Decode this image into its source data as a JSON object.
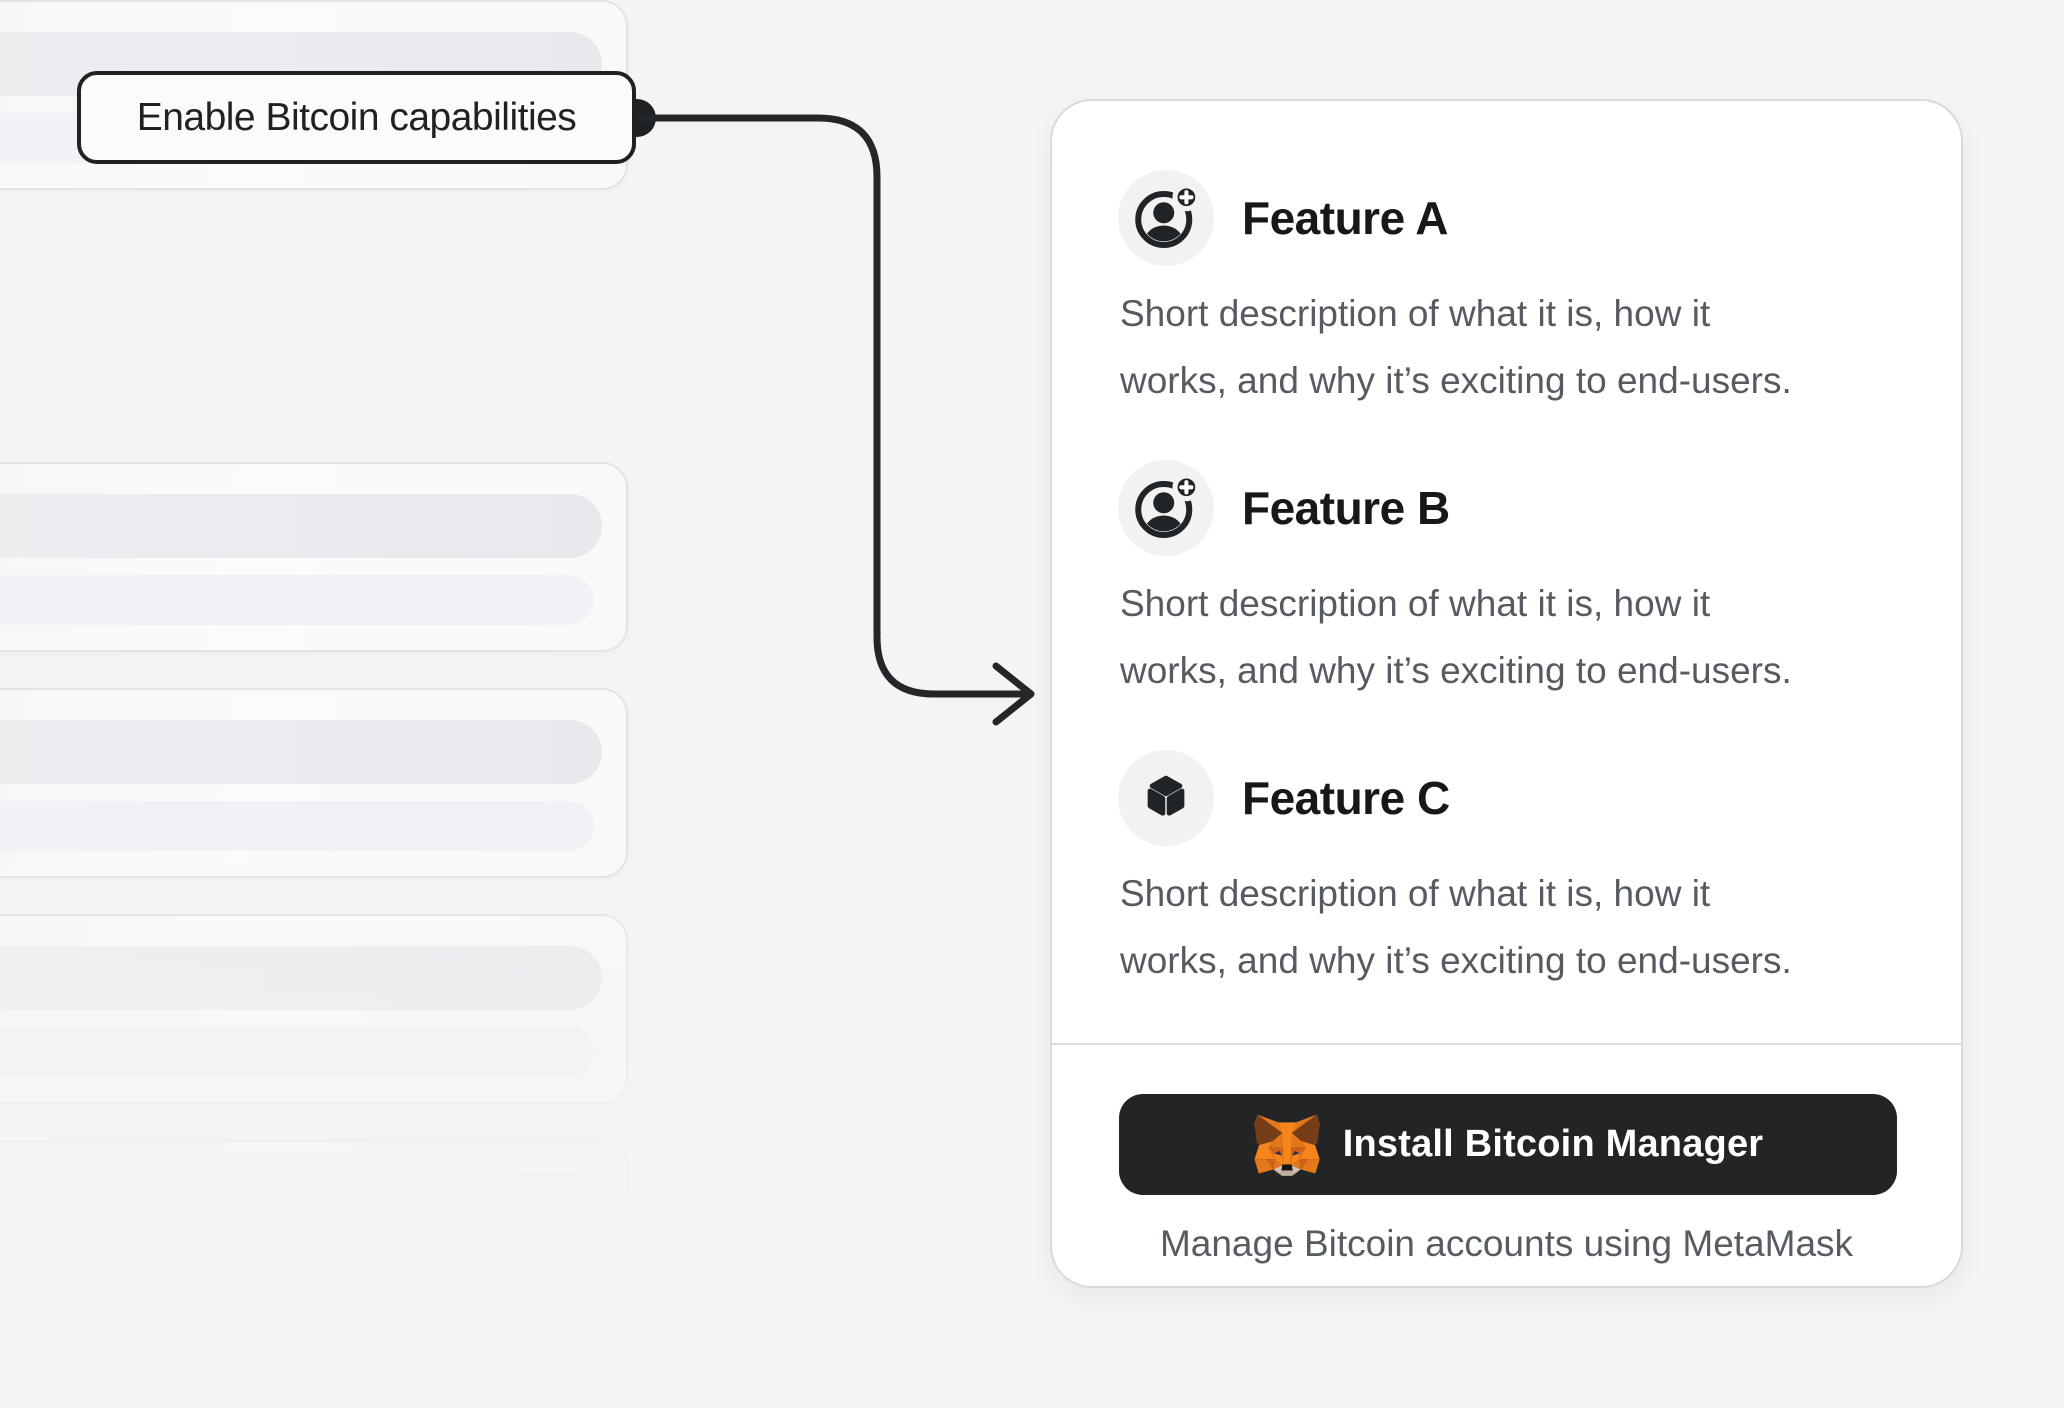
{
  "colors": {
    "page_bg": "#f4f4f3",
    "ink": "#1f2225",
    "heading_text": "#16181b",
    "body_text": "#565b62",
    "card_bg": "#ffffff",
    "card_border": "#d8dade",
    "icon_circle_bg": "#f1f2f4",
    "button_bg": "#232426",
    "button_text": "#ffffff",
    "skeleton_border": "#e2e3e7",
    "skeleton_bar_dark": "#e8e9ed",
    "skeleton_bar_light": "#f1f2f5",
    "metamask_orange": "#f6851b"
  },
  "callout": {
    "label": "Enable Bitcoin capabilities"
  },
  "skeleton_list": {
    "card_count": 5
  },
  "feature_card": {
    "features": [
      {
        "title": "Feature A",
        "icon": "user-add-icon",
        "description_line1": "Short description of what it is, how it",
        "description_line2": "works, and why it’s exciting to end-users."
      },
      {
        "title": "Feature B",
        "icon": "user-add-icon",
        "description_line1": "Short description of what it is, how it",
        "description_line2": "works, and why it’s exciting to end-users."
      },
      {
        "title": "Feature C",
        "icon": "cube-icon",
        "description_line1": "Short description of what it is, how it",
        "description_line2": "works, and why it’s exciting to end-users."
      }
    ],
    "footer": {
      "button_label": "Install Bitcoin Manager",
      "caption": "Manage Bitcoin accounts using MetaMask"
    }
  }
}
